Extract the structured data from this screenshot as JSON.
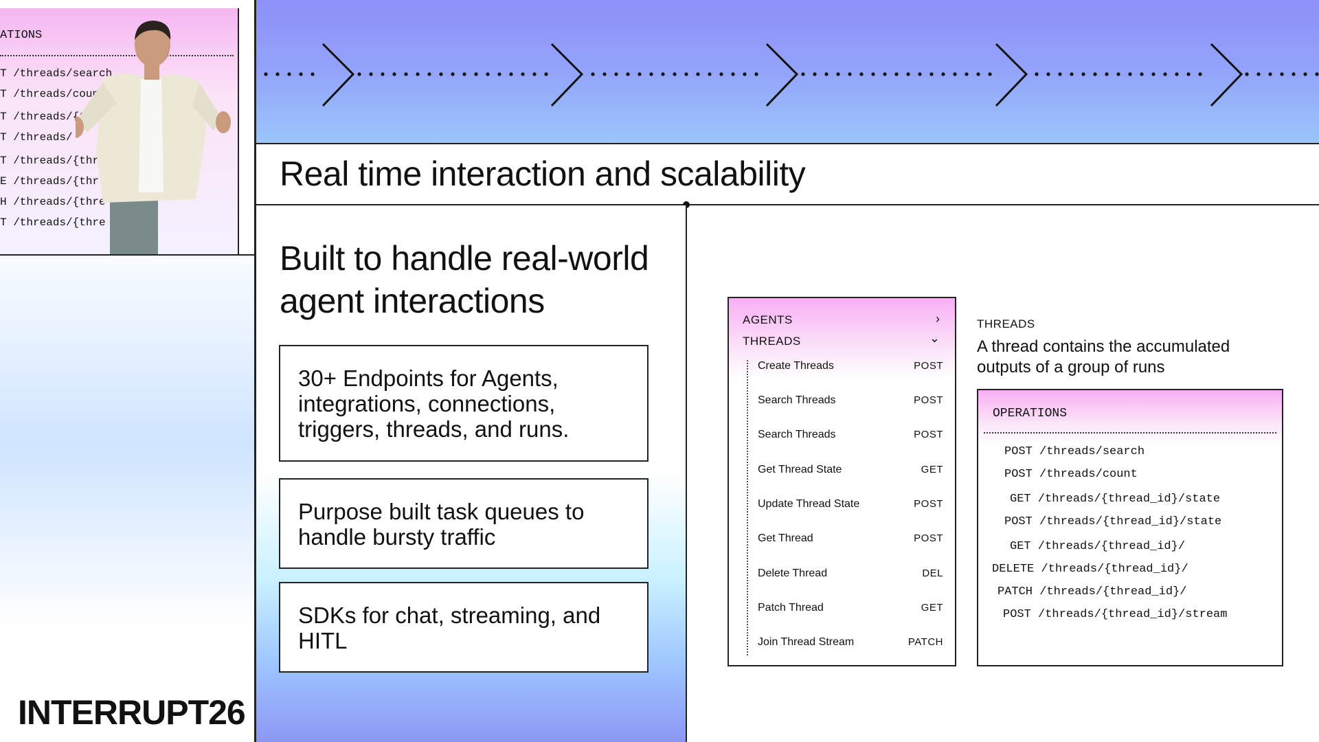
{
  "video": {
    "heading": "ATIONS",
    "lines": [
      "T /threads/search",
      "T /threads/count",
      "T /threads/{th",
      "T /threads/",
      "T /threads/{threa",
      "E /threads/{thr",
      "H /threads/{thre",
      "T /threads/{thre"
    ]
  },
  "logo": "INTERRUPT26",
  "slide": {
    "title": "Real time interaction and scalability",
    "subtitle": "Built to handle real-world agent interactions",
    "features": [
      "30+ Endpoints for Agents, integrations, connections, triggers, threads, and runs.",
      "Purpose built task queues to handle bursty traffic",
      "SDKs for chat, streaming, and HITL"
    ]
  },
  "nav": {
    "agents_label": "AGENTS",
    "threads_label": "THREADS",
    "items": [
      {
        "label": "Create Threads",
        "method": "POST"
      },
      {
        "label": "Search Threads",
        "method": "POST"
      },
      {
        "label": "Search Threads",
        "method": "POST"
      },
      {
        "label": "Get Thread State",
        "method": "GET"
      },
      {
        "label": "Update Thread State",
        "method": "POST"
      },
      {
        "label": "Get Thread",
        "method": "POST"
      },
      {
        "label": "Delete Thread",
        "method": "DEL"
      },
      {
        "label": "Patch Thread",
        "method": "GET"
      },
      {
        "label": "Join Thread Stream",
        "method": "PATCH"
      }
    ]
  },
  "threads": {
    "label": "THREADS",
    "description": "A thread contains the accumulated outputs of a group of runs"
  },
  "operations": {
    "heading": "OPERATIONS",
    "rows": [
      "POST  /threads/search",
      "POST  /threads/count",
      "GET  /threads/{thread_id}/state",
      "POST  /threads/{thread_id}/state",
      "GET  /threads/{thread_id}/",
      "DELETE  /threads/{thread_id}/",
      "PATCH  /threads/{thread_id}/",
      "POST  /threads/{thread_id}/stream"
    ]
  },
  "colors": {
    "banner_top": "#8e8ff8",
    "banner_bottom": "#9bc5fb",
    "pink": "#f8aef4",
    "ink": "#111111"
  },
  "icons": {
    "arrow": "chevron-right-icon",
    "collapse": "chevron-down-icon"
  }
}
